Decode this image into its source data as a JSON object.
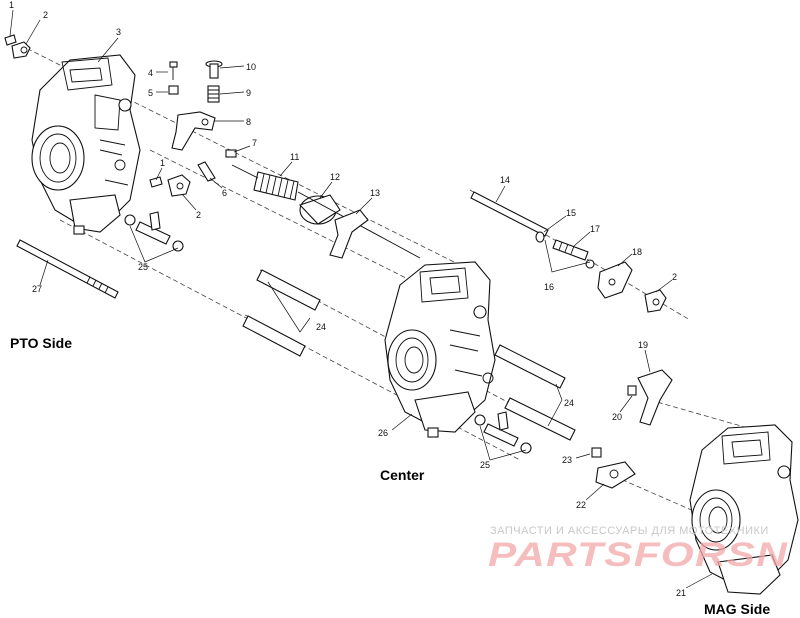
{
  "views": {
    "pto": "PTO Side",
    "center": "Center",
    "mag": "MAG Side"
  },
  "callouts": [
    {
      "id": "c1a",
      "label": "1"
    },
    {
      "id": "c2a",
      "label": "2"
    },
    {
      "id": "c3",
      "label": "3"
    },
    {
      "id": "c4",
      "label": "4"
    },
    {
      "id": "c5",
      "label": "5"
    },
    {
      "id": "c10",
      "label": "10"
    },
    {
      "id": "c9",
      "label": "9"
    },
    {
      "id": "c8",
      "label": "8"
    },
    {
      "id": "c7",
      "label": "7"
    },
    {
      "id": "c11",
      "label": "11"
    },
    {
      "id": "c12",
      "label": "12"
    },
    {
      "id": "c13",
      "label": "13"
    },
    {
      "id": "c1b",
      "label": "1"
    },
    {
      "id": "c6",
      "label": "6"
    },
    {
      "id": "c2b",
      "label": "2"
    },
    {
      "id": "c14",
      "label": "14"
    },
    {
      "id": "c15",
      "label": "15"
    },
    {
      "id": "c17",
      "label": "17"
    },
    {
      "id": "c16",
      "label": "16"
    },
    {
      "id": "c18",
      "label": "18"
    },
    {
      "id": "c2c",
      "label": "2"
    },
    {
      "id": "c25a",
      "label": "25"
    },
    {
      "id": "c27",
      "label": "27"
    },
    {
      "id": "c24a",
      "label": "24"
    },
    {
      "id": "c24b",
      "label": "24"
    },
    {
      "id": "c19",
      "label": "19"
    },
    {
      "id": "c20",
      "label": "20"
    },
    {
      "id": "c26",
      "label": "26"
    },
    {
      "id": "c25b",
      "label": "25"
    },
    {
      "id": "c23",
      "label": "23"
    },
    {
      "id": "c22",
      "label": "22"
    },
    {
      "id": "c21",
      "label": "21"
    }
  ],
  "watermark": {
    "caption": "ЗАПЧАСТИ И АКСЕССУАРЫ ДЛЯ МОТОТЕХНИКИ",
    "logo": "PARTSFORSN"
  },
  "colors": {
    "ink": "#111111",
    "watermark_logo": "#f2a7a7",
    "watermark_caption": "#c8c8c8"
  }
}
